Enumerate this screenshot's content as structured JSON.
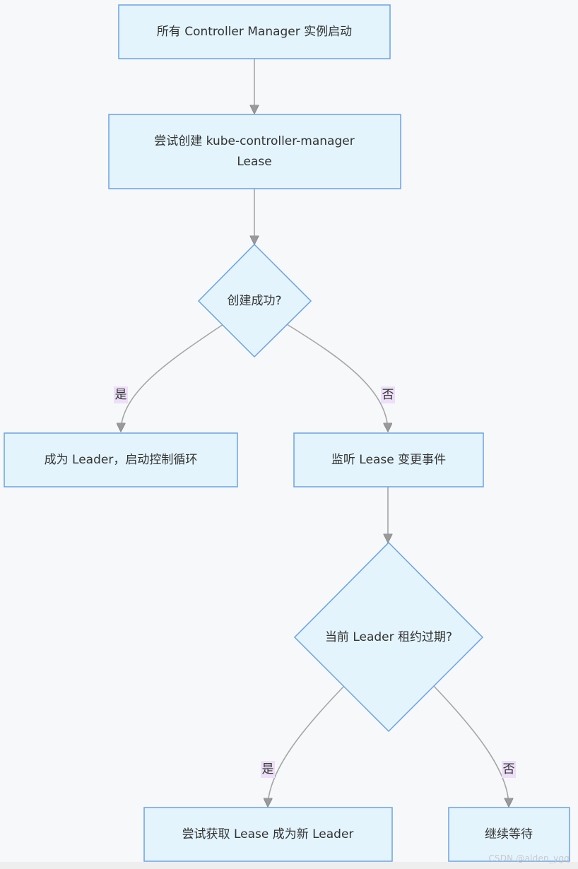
{
  "diagram": {
    "nodes": {
      "start": "所有 Controller Manager 实例启动",
      "create_lease_line1": "尝试创建 kube-controller-manager",
      "create_lease_line2": "Lease",
      "decision_created": "创建成功?",
      "become_leader": "成为 Leader，启动控制循环",
      "watch_lease": "监听 Lease 变更事件",
      "decision_expired": "当前 Leader 租约过期?",
      "acquire_lease": "尝试获取 Lease 成为新 Leader",
      "keep_waiting": "继续等待"
    },
    "edge_labels": {
      "created_yes": "是",
      "created_no": "否",
      "expired_yes": "是",
      "expired_no": "否"
    },
    "colors": {
      "node_fill": "#e3f4fd",
      "node_stroke": "#6aa2e6",
      "edge": "#a6a6a6",
      "label_bg": "#ecdff7",
      "background": "#f7f8fa"
    }
  },
  "watermark": "CSDN @alden_ygq"
}
